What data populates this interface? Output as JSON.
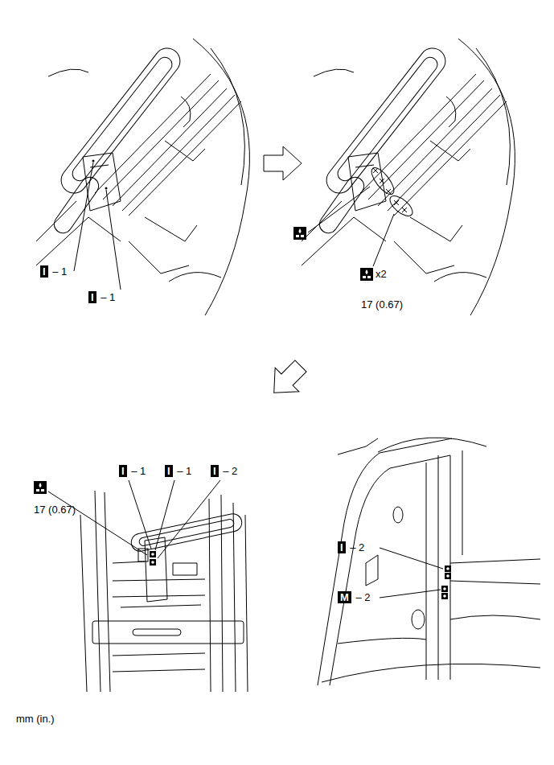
{
  "diagram": {
    "labels": [
      "I – 1",
      "I – 1",
      "x2",
      "17 (0.67)",
      "I – 1",
      "I – 1",
      "I – 2",
      "17 (0.67)",
      "I – 2",
      "M – 2",
      "mm (in.)"
    ]
  }
}
